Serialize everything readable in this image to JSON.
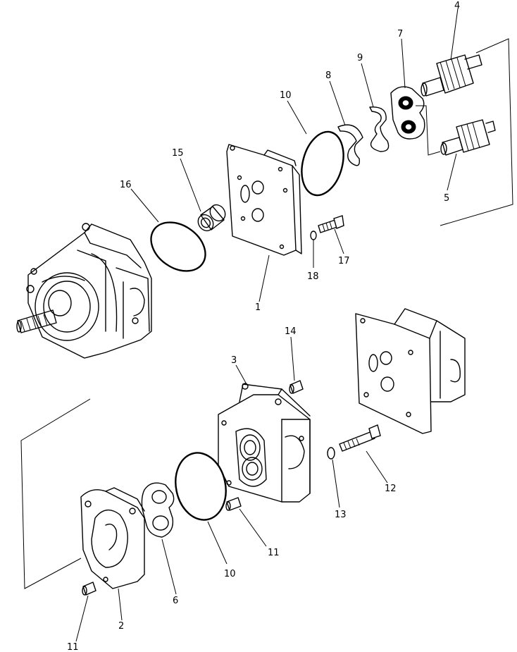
{
  "diagram": {
    "labels": {
      "p1": "1",
      "p2": "2",
      "p3": "3",
      "p4": "4",
      "p5": "5",
      "p6": "6",
      "p7": "7",
      "p8": "8",
      "p9": "9",
      "p10a": "10",
      "p10b": "10",
      "p11a": "11",
      "p11b": "11",
      "p12": "12",
      "p13": "13",
      "p14": "14",
      "p15": "15",
      "p16": "16",
      "p17": "17",
      "p18": "18"
    }
  }
}
